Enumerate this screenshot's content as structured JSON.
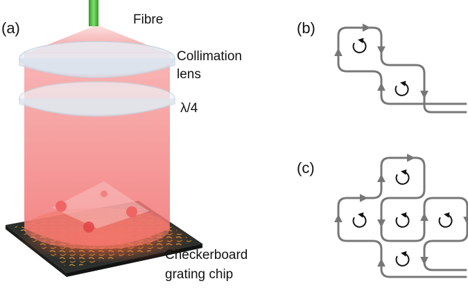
{
  "panels": {
    "a": "(a)",
    "b": "(b)",
    "c": "(c)"
  },
  "labels": {
    "fibre": "Fibre",
    "lens_line1": "Collimation",
    "lens_line2": "lens",
    "waveplate": "λ/4",
    "chip_line1": "Checkerboard",
    "chip_line2": "grating chip"
  },
  "colors": {
    "fibre": "#4cc63c",
    "beam": "#f48a8a",
    "lens": "#e7eef6",
    "chip": "#2b2f2c",
    "grating": "#d69a3c",
    "path": "#777777",
    "circulation": "#111111"
  }
}
